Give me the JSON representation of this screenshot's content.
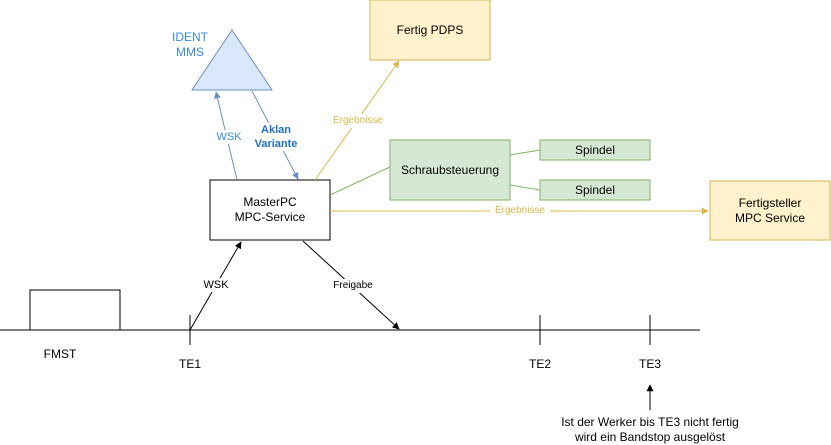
{
  "nodes": {
    "ident": "IDENT\nMMS",
    "fertig_pdps": "Fertig PDPS",
    "masterpc": "MasterPC\nMPC-Service",
    "schraub": "Schraubsteuerung",
    "spindel_1": "Spindel",
    "spindel_2": "Spindel",
    "fertigsteller": "Fertigsteller\nMPC Service",
    "fmst": "FMST"
  },
  "edges": {
    "wsk_to_ident": "WSK",
    "aklan": "Aklan\nVariante",
    "ergebnisse_pdps": "Ergebnisse",
    "ergebnisse_fertigsteller": "Ergebnisse",
    "wsk_te1": "WSK",
    "freigabe": "Freigabe"
  },
  "stations": {
    "te1": "TE1",
    "te2": "TE2",
    "te3": "TE3"
  },
  "note": "Ist der Werker bis TE3 nicht fertig\nwird ein Bandstop ausgelöst",
  "colors": {
    "blue_fill": "#dae8fc",
    "blue_stroke": "#6c8ebf",
    "blue_text": "#3a8ae0",
    "blue_dark_text": "#1f6ec7",
    "yellow_fill": "#fff2cc",
    "yellow_stroke": "#d6b656",
    "yellow_line": "#d6b94a",
    "green_fill": "#d5e8d4",
    "green_stroke": "#82b366"
  }
}
